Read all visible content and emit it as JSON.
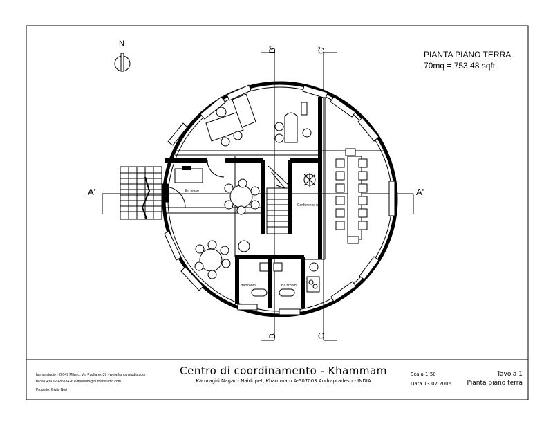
{
  "plan": {
    "title": "PIANTA PIANO TERRA",
    "area": "70mq = 753,48 sqft",
    "north_label": "N",
    "section_a_left": "A'",
    "section_a_right": "A'",
    "section_b_top": "B'",
    "section_b_bottom": "B",
    "section_c_top": "C'",
    "section_c_bottom": "C",
    "rooms": {
      "ingresso": "En resso",
      "conference": "Conference ro",
      "bath_left": "Bathroom",
      "bath_right": "Ba hroom"
    },
    "icons": {
      "north": "north-arrow-icon",
      "stair": "staircase-icon",
      "plant": "plant-icon"
    }
  },
  "titleblock": {
    "firm_line1": "humanstudio - 20149 Milano, Via Pagliano, 37 - www.humanstudio.com",
    "firm_line2": "tel/fax +39 02 48518426 e-mail info@humanstudio.com",
    "firm_line3": "Progetto: Giulio Neri",
    "project_title": "Centro di coordinamento - Khammam",
    "project_address": "Karuragiri Nagar - Naidupet, Khammam A-507003 Andrapradesh - INDIA",
    "scale": "Scala 1:50",
    "date": "Data 13.07.2006",
    "sheet_no": "Tavola 1",
    "sheet_name": "Pianta piano terra"
  }
}
